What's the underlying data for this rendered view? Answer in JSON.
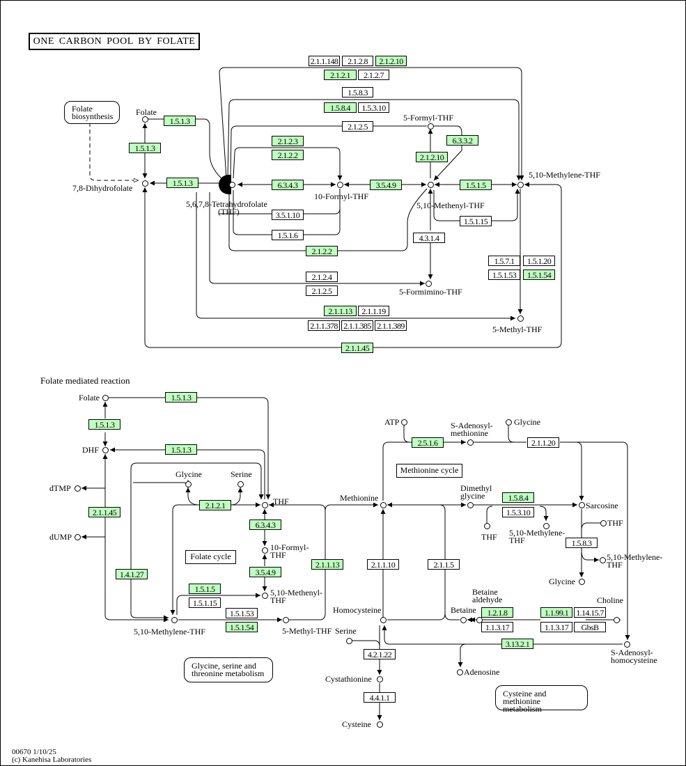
{
  "title": "ONE CARBON POOL BY FOLATE",
  "footer": {
    "map_id_date": "00670 1/10/25",
    "copyright": "(c) Kanehisa Laboratories"
  },
  "colors": {
    "enzyme_present": "#bfffbf",
    "enzyme_absent": "#ffffff",
    "line": "#000000"
  },
  "section_labels": {
    "folate_mediated": "Folate mediated reaction",
    "folate_cycle": "Folate cycle",
    "methionine_cycle": "Methionine cycle"
  },
  "maps": {
    "folate_biosynthesis": "Folate biosynthesis",
    "glycine_serine": "Glycine, serine and threonine metabolism",
    "cysteine_methionine": "Cysteine and methionine metabolism"
  },
  "compounds": {
    "folate": "Folate",
    "dihydrofolate": "7,8-Dihydrofolate",
    "thf": "5,6,7,8-Tetrahydrofolate",
    "thf_abbr": "(THF)",
    "formyl10": "10-Formyl-THF",
    "formyl5": "5-Formyl-THF",
    "methenyl": "5,10-Methenyl-THF",
    "methylene": "5,10-Methylene-THF",
    "formimino": "5-Formimino-THF",
    "methyl": "5-Methyl-THF",
    "b_folate": "Folate",
    "b_dhf": "DHF",
    "b_dtmp": "dTMP",
    "b_dump": "dUMP",
    "b_glycine": "Glycine",
    "b_serine": "Serine",
    "b_thf": "THF",
    "b_formyl10": "10-Formyl-\nTHF",
    "b_methenyl": "5,10-Methenyl-\nTHF",
    "b_methylene": "5,10-Methylene-THF",
    "b_methyl": "5-Methyl-THF",
    "atp": "ATP",
    "sam": "S-Adenosyl-\nmethionine",
    "glycine2": "Glycine",
    "methionine": "Methionine",
    "dmg": "Dimethyl\nglycine",
    "sarcosine": "Sarcosine",
    "thf2": "THF",
    "thf3": "THF",
    "methylene2": "5,10-Methylene-\nTHF",
    "methylene3": "5,10-Methylene-\nTHF",
    "glycine3": "Glycine",
    "homocysteine": "Homocysteine",
    "betaine": "Betaine",
    "betaine_ald": "Betaine\naldehyde",
    "choline": "Choline",
    "serine2": "Serine",
    "sah": "S-Adenosyl-\nhomocysteine",
    "adenosine": "Adenosine",
    "cystathionine": "Cystathionine",
    "cysteine": "Cysteine"
  },
  "enzymes": [
    {
      "id": "e1",
      "label": "2.1.1.148",
      "present": false
    },
    {
      "id": "e2",
      "label": "2.1.2.8",
      "present": false
    },
    {
      "id": "e3",
      "label": "2.1.2.10",
      "present": true
    },
    {
      "id": "e4",
      "label": "2.1.2.1",
      "present": true
    },
    {
      "id": "e5",
      "label": "2.1.2.7",
      "present": false
    },
    {
      "id": "e6",
      "label": "1.5.8.3",
      "present": false
    },
    {
      "id": "e7",
      "label": "1.5.8.4",
      "present": true
    },
    {
      "id": "e8",
      "label": "1.5.3.10",
      "present": false
    },
    {
      "id": "e9",
      "label": "1.5.1.3",
      "present": true
    },
    {
      "id": "e10",
      "label": "2.1.2.5",
      "present": false
    },
    {
      "id": "e11",
      "label": "6.3.3.2",
      "present": true
    },
    {
      "id": "e12",
      "label": "1.5.1.3",
      "present": true
    },
    {
      "id": "e13",
      "label": "2.1.2.3",
      "present": true
    },
    {
      "id": "e14",
      "label": "2.1.2.2",
      "present": true
    },
    {
      "id": "e15",
      "label": "2.1.2.10",
      "present": true
    },
    {
      "id": "e16",
      "label": "1.5.1.3",
      "present": true
    },
    {
      "id": "e17",
      "label": "6.3.4.3",
      "present": true
    },
    {
      "id": "e18",
      "label": "3.5.4.9",
      "present": true
    },
    {
      "id": "e19",
      "label": "1.5.1.5",
      "present": true
    },
    {
      "id": "e20",
      "label": "3.5.1.10",
      "present": false
    },
    {
      "id": "e21",
      "label": "1.5.1.15",
      "present": false
    },
    {
      "id": "e22",
      "label": "1.5.1.6",
      "present": false
    },
    {
      "id": "e23",
      "label": "4.3.1.4",
      "present": false
    },
    {
      "id": "e24",
      "label": "2.1.2.2",
      "present": true
    },
    {
      "id": "e25",
      "label": "1.5.7.1",
      "present": false
    },
    {
      "id": "e26",
      "label": "1.5.1.20",
      "present": false
    },
    {
      "id": "e27",
      "label": "1.5.1.53",
      "present": false
    },
    {
      "id": "e28",
      "label": "1.5.1.54",
      "present": true
    },
    {
      "id": "e29",
      "label": "2.1.2.4",
      "present": false
    },
    {
      "id": "e30",
      "label": "2.1.2.5",
      "present": false
    },
    {
      "id": "e31",
      "label": "2.1.1.13",
      "present": true
    },
    {
      "id": "e32",
      "label": "2.1.1.19",
      "present": false
    },
    {
      "id": "e33",
      "label": "2.1.1.378",
      "present": false
    },
    {
      "id": "e34",
      "label": "2.1.1.385",
      "present": false
    },
    {
      "id": "e35",
      "label": "2.1.1.389",
      "present": false
    },
    {
      "id": "e36",
      "label": "2.1.1.45",
      "present": true
    },
    {
      "id": "f1",
      "label": "1.5.1.3",
      "present": true
    },
    {
      "id": "f2",
      "label": "1.5.1.3",
      "present": true
    },
    {
      "id": "f3",
      "label": "1.5.1.3",
      "present": true
    },
    {
      "id": "f4",
      "label": "2.1.1.45",
      "present": true
    },
    {
      "id": "f5",
      "label": "2.1.2.1",
      "present": true
    },
    {
      "id": "f6",
      "label": "6.3.4.3",
      "present": true
    },
    {
      "id": "f7",
      "label": "3.5.4.9",
      "present": true
    },
    {
      "id": "f8",
      "label": "1.4.1.27",
      "present": true
    },
    {
      "id": "f9",
      "label": "1.5.1.5",
      "present": true
    },
    {
      "id": "f10",
      "label": "1.5.1.15",
      "present": false
    },
    {
      "id": "f11",
      "label": "1.5.1.53",
      "present": false
    },
    {
      "id": "f12",
      "label": "1.5.1.54",
      "present": true
    },
    {
      "id": "f13",
      "label": "2.1.1.13",
      "present": true
    },
    {
      "id": "f14",
      "label": "2.5.1.6",
      "present": true
    },
    {
      "id": "f15",
      "label": "2.1.1.20",
      "present": false
    },
    {
      "id": "f16",
      "label": "2.1.1.10",
      "present": false
    },
    {
      "id": "f17",
      "label": "2.1.1.5",
      "present": false
    },
    {
      "id": "f18",
      "label": "1.5.8.4",
      "present": true
    },
    {
      "id": "f19",
      "label": "1.5.3.10",
      "present": false
    },
    {
      "id": "f20",
      "label": "1.5.8.3",
      "present": false
    },
    {
      "id": "f21",
      "label": "1.2.1.8",
      "present": true
    },
    {
      "id": "f22",
      "label": "1.1.3.17",
      "present": false
    },
    {
      "id": "f23",
      "label": "1.1.99.1",
      "present": true
    },
    {
      "id": "f24",
      "label": "1.14.15.7",
      "present": false
    },
    {
      "id": "f25",
      "label": "1.1.3.17",
      "present": false
    },
    {
      "id": "f26",
      "label": "GbsB",
      "present": false
    },
    {
      "id": "f27",
      "label": "3.13.2.1",
      "present": true
    },
    {
      "id": "f28",
      "label": "4.2.1.22",
      "present": false
    },
    {
      "id": "f29",
      "label": "4.4.1.1",
      "present": false
    }
  ]
}
